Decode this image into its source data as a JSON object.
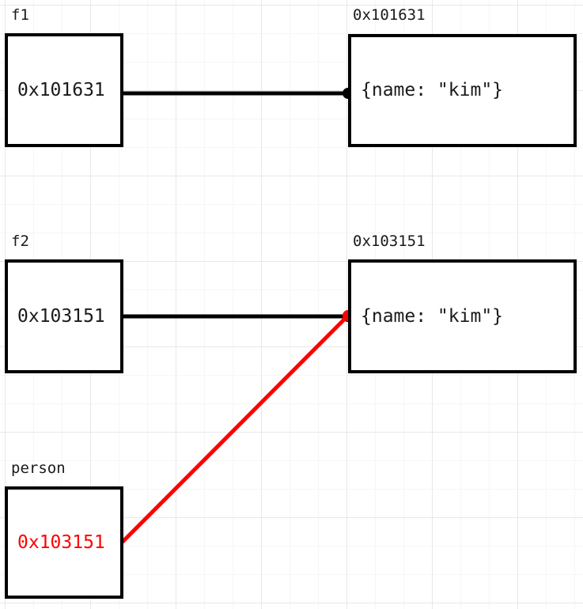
{
  "diagram": {
    "title": "pointer-aliasing-diagram",
    "background": {
      "grid_minor_color": "#f6f6f6",
      "grid_major_color": "#e8e8e8",
      "canvas_color": "#ffffff"
    },
    "colors": {
      "box_border": "#000000",
      "text": "#1a1a1a",
      "edge_black": "#000000",
      "edge_red": "#ff0000",
      "pointer_value_red": "#ff0000"
    },
    "nodes": [
      {
        "id": "f1",
        "label": "f1",
        "value": "0x101631",
        "value_color": "#1a1a1a",
        "kind": "stack-frame-variable"
      },
      {
        "id": "obj1",
        "label": "0x101631",
        "value": "{name: \"kim\"}",
        "value_color": "#1a1a1a",
        "kind": "heap-object"
      },
      {
        "id": "f2",
        "label": "f2",
        "value": "0x103151",
        "value_color": "#1a1a1a",
        "kind": "stack-frame-variable"
      },
      {
        "id": "obj2",
        "label": "0x103151",
        "value": "{name: \"kim\"}",
        "value_color": "#1a1a1a",
        "kind": "heap-object"
      },
      {
        "id": "person",
        "label": "person",
        "value": "0x103151",
        "value_color": "#ff0000",
        "kind": "stack-frame-variable"
      }
    ],
    "edges": [
      {
        "id": "edge-f1-obj1",
        "from": "f1",
        "to": "obj1",
        "color": "#000000",
        "endpoint_marker": "filled-dot",
        "style": "straight-horizontal"
      },
      {
        "id": "edge-f2-obj2",
        "from": "f2",
        "to": "obj2",
        "color": "#000000",
        "endpoint_marker": "filled-dot",
        "style": "straight-horizontal"
      },
      {
        "id": "edge-person-obj2",
        "from": "person",
        "to": "obj2",
        "color": "#ff0000",
        "endpoint_marker": "filled-dot",
        "style": "straight-diagonal"
      }
    ]
  }
}
